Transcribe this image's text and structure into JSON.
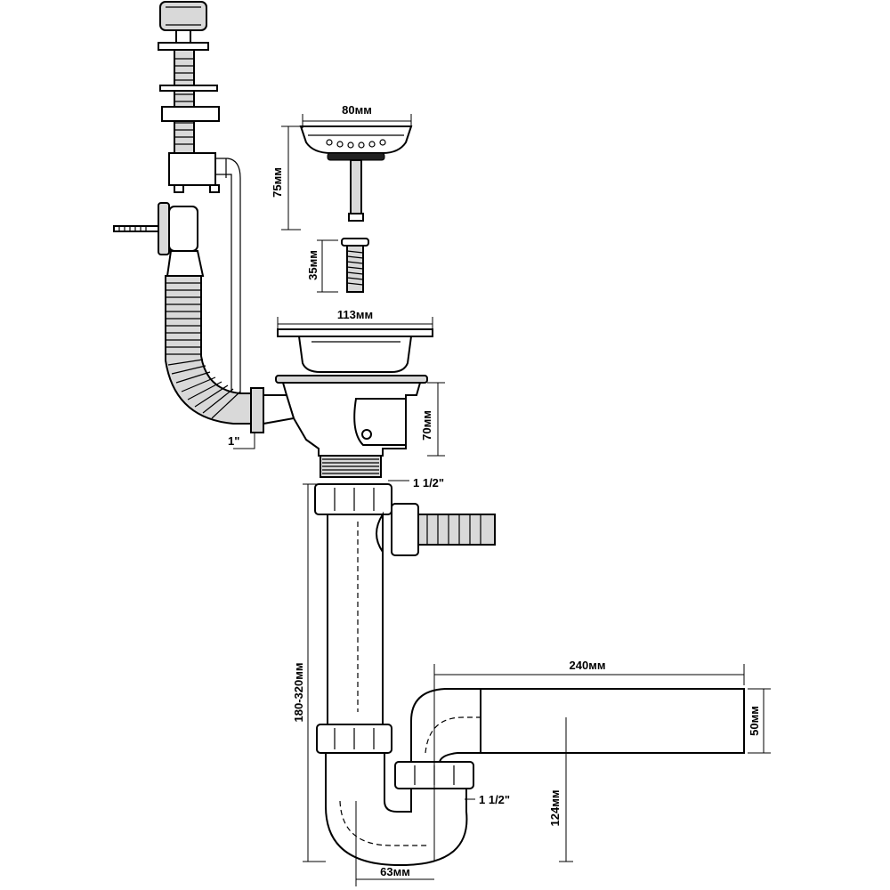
{
  "diagram": {
    "dimensions": {
      "strainer_width": "80мм",
      "strainer_height": "75мм",
      "screw_length": "35мм",
      "bowl_width": "113мм",
      "bowl_height": "70мм",
      "overflow_thread": "1\"",
      "outlet_thread": "1 1/2\"",
      "trap_height": "180-320мм",
      "outlet_length": "240мм",
      "outlet_diameter": "50мм",
      "trap_thread": "1 1/2\"",
      "trap_depth": "124мм",
      "trap_offset": "63мм"
    },
    "colors": {
      "line": "#000000",
      "fill": "#ffffff",
      "metal": "#d9d9d9"
    }
  }
}
